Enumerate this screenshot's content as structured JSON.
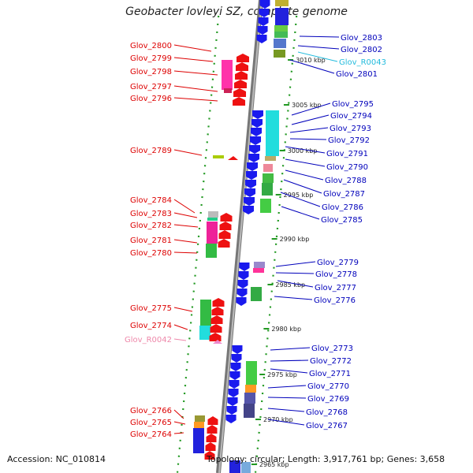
{
  "title": "Geobacter lovleyi SZ, complete genome",
  "footer": {
    "accession": "Accession: NC_010814",
    "summary": "Topology: circular; Length: 3,917,761 bp; Genes: 3,658"
  },
  "colors": {
    "left_label": "#dd0000",
    "right_label": "#0000bb",
    "rna_right": "#22bbdd",
    "rna_left": "#ee88aa",
    "backbone": "#999999",
    "tick": "#229922"
  },
  "kbp_labels": [
    "3010 kbp",
    "3005 kbp",
    "3000 kbp",
    "2995 kbp",
    "2990 kbp",
    "2985 kbp",
    "2980 kbp",
    "2975 kbp",
    "2970 kbp",
    "2965 kbp"
  ],
  "left_labels": [
    "Glov_2800",
    "Glov_2799",
    "Glov_2798",
    "Glov_2797",
    "Glov_2796",
    "Glov_2789",
    "Glov_2784",
    "Glov_2783",
    "Glov_2782",
    "Glov_2781",
    "Glov_2780",
    "Glov_2775",
    "Glov_2774",
    "Glov_R0042",
    "Glov_2766",
    "Glov_2765",
    "Glov_2764"
  ],
  "right_labels": [
    "Glov_2803",
    "Glov_2802",
    "Glov_R0043",
    "Glov_2801",
    "Glov_2795",
    "Glov_2794",
    "Glov_2793",
    "Glov_2792",
    "Glov_2791",
    "Glov_2790",
    "Glov_2788",
    "Glov_2787",
    "Glov_2786",
    "Glov_2785",
    "Glov_2779",
    "Glov_2778",
    "Glov_2777",
    "Glov_2776",
    "Glov_2773",
    "Glov_2772",
    "Glov_2771",
    "Glov_2770",
    "Glov_2769",
    "Glov_2768",
    "Glov_2767"
  ]
}
